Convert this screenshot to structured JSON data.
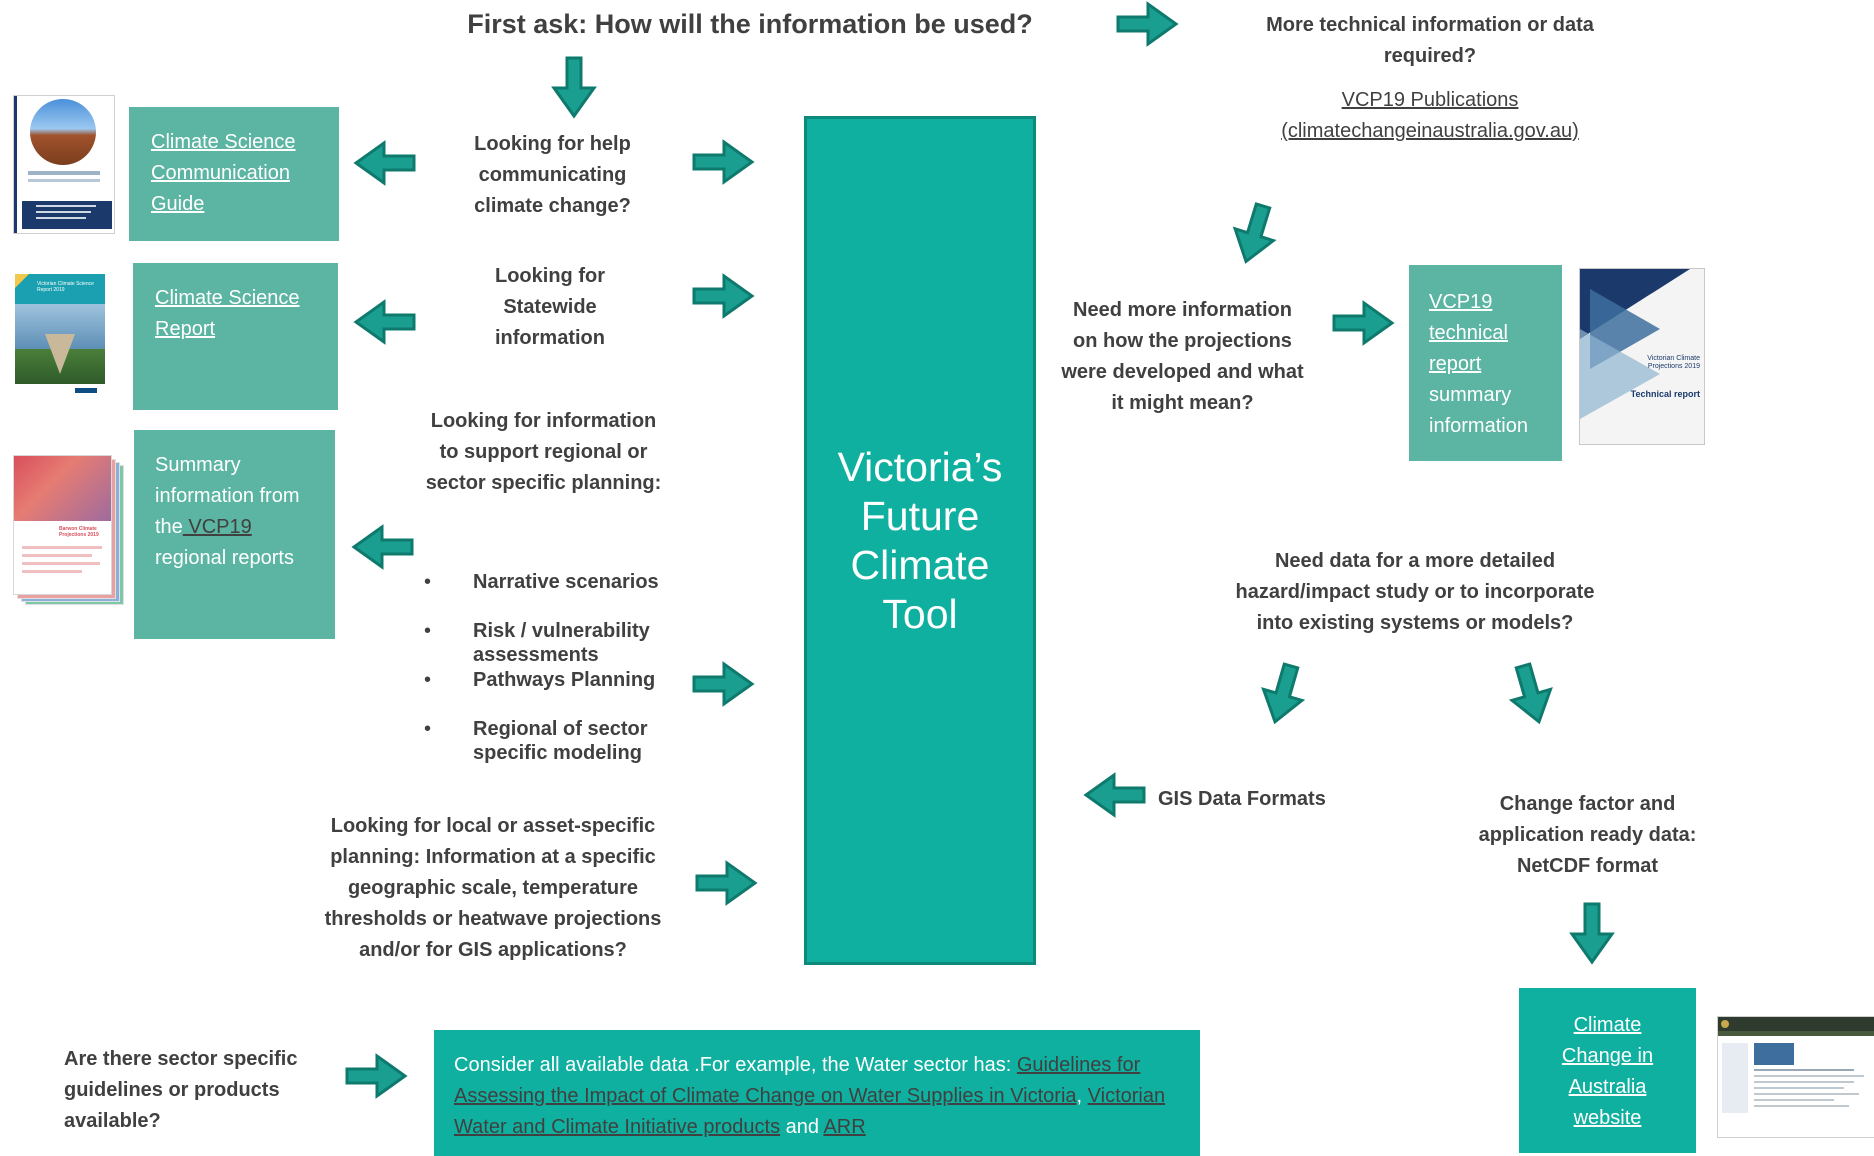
{
  "title": "First ask: How will the information be used?",
  "colors": {
    "teal_dark": "#0fb09f",
    "teal_light": "#5bb5a2",
    "arrow_fill": "#1a9e8f",
    "arrow_stroke": "#0e7a6e",
    "text": "#404040"
  },
  "center_box": {
    "label": "Victoria’s Future Climate Tool"
  },
  "left": {
    "q1": "Looking for help communicating climate change?",
    "q2": "Looking for Statewide information",
    "q3": "Looking for information to support regional or sector specific planning:",
    "q3_bullets": [
      "Narrative scenarios",
      "Risk / vulnerability assessments",
      "Pathways Planning",
      "Regional of sector specific modeling"
    ],
    "q4": "Looking for local or asset-specific planning: Information at a specific geographic scale, temperature thresholds or heatwave projections and/or for GIS applications?",
    "box1_link": "Climate Science Communication Guide",
    "box2_link": "Climate Science Report",
    "box3_pre": "Summary information from the",
    "box3_link": " VCP19",
    "box3_post": " regional reports"
  },
  "right": {
    "tech_q": "More technical information or data required?",
    "pub_link_1": "VCP19 Publications",
    "pub_link_2": "(climatechangeinaustralia.gov.au)",
    "need_info_q": "Need more information on how the projections were developed and what it might mean?",
    "vcp_box_link": "VCP19 technical report",
    "vcp_box_rest": " summary information",
    "cover_title": "Victorian Climate Projections 2019",
    "cover_sub": "Technical report",
    "need_data_q": "Need data for a more detailed hazard/impact study or to incorporate into existing systems or models?",
    "gis": "GIS Data Formats",
    "netcdf": "Change factor and application ready data: NetCDF format",
    "cca_box_link": "Climate Change in Australia website"
  },
  "bottom": {
    "sector_q": "Are there sector specific guidelines or products available?",
    "consider_pre": "Consider all available data .For example, the Water sector has: ",
    "link1": "Guidelines for Assessing the Impact of Climate Change on Water Supplies in Victoria",
    "sep1": ", ",
    "link2": "Victorian Water and Climate Initiative products",
    "sep2": " and ",
    "link3": "ARR"
  },
  "thumb_texts": {
    "report_cover_title": "Victorian Climate Science Report 2019",
    "regional_cover_title": "Barwon Climate Projections 2019"
  }
}
